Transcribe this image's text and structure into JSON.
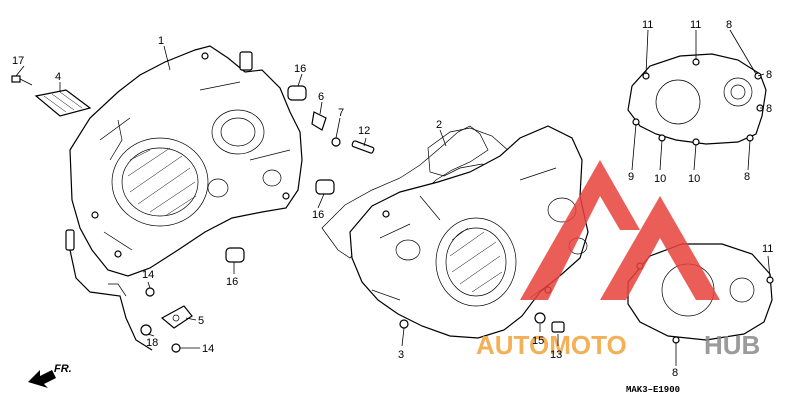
{
  "diagram": {
    "code": "MAK3–E1900",
    "direction_label": "FR.",
    "callouts": [
      {
        "id": "c1",
        "label": "1"
      },
      {
        "id": "c17",
        "label": "17"
      },
      {
        "id": "c4",
        "label": "4"
      },
      {
        "id": "c16a",
        "label": "16"
      },
      {
        "id": "c6",
        "label": "6"
      },
      {
        "id": "c7",
        "label": "7"
      },
      {
        "id": "c12",
        "label": "12"
      },
      {
        "id": "c16b",
        "label": "16"
      },
      {
        "id": "c16c",
        "label": "16"
      },
      {
        "id": "c2",
        "label": "2"
      },
      {
        "id": "c3",
        "label": "3"
      },
      {
        "id": "c14a",
        "label": "14"
      },
      {
        "id": "c5",
        "label": "5"
      },
      {
        "id": "c18",
        "label": "18"
      },
      {
        "id": "c14b",
        "label": "14"
      },
      {
        "id": "c15",
        "label": "15"
      },
      {
        "id": "c13",
        "label": "13"
      },
      {
        "id": "c11a",
        "label": "11"
      },
      {
        "id": "c11b",
        "label": "11"
      },
      {
        "id": "c8a",
        "label": "8"
      },
      {
        "id": "c8b",
        "label": "8"
      },
      {
        "id": "c8c",
        "label": "8"
      },
      {
        "id": "c9",
        "label": "9"
      },
      {
        "id": "c10a",
        "label": "10"
      },
      {
        "id": "c10b",
        "label": "10"
      },
      {
        "id": "c8d",
        "label": "8"
      },
      {
        "id": "c11c",
        "label": "11"
      },
      {
        "id": "c8e",
        "label": "8"
      }
    ]
  },
  "watermark": {
    "text_left": "AUTOMOTO",
    "text_right": "HUB",
    "color_red": "#e8423c",
    "color_orange": "#f2a33a",
    "color_gray": "#8a8a8a"
  }
}
